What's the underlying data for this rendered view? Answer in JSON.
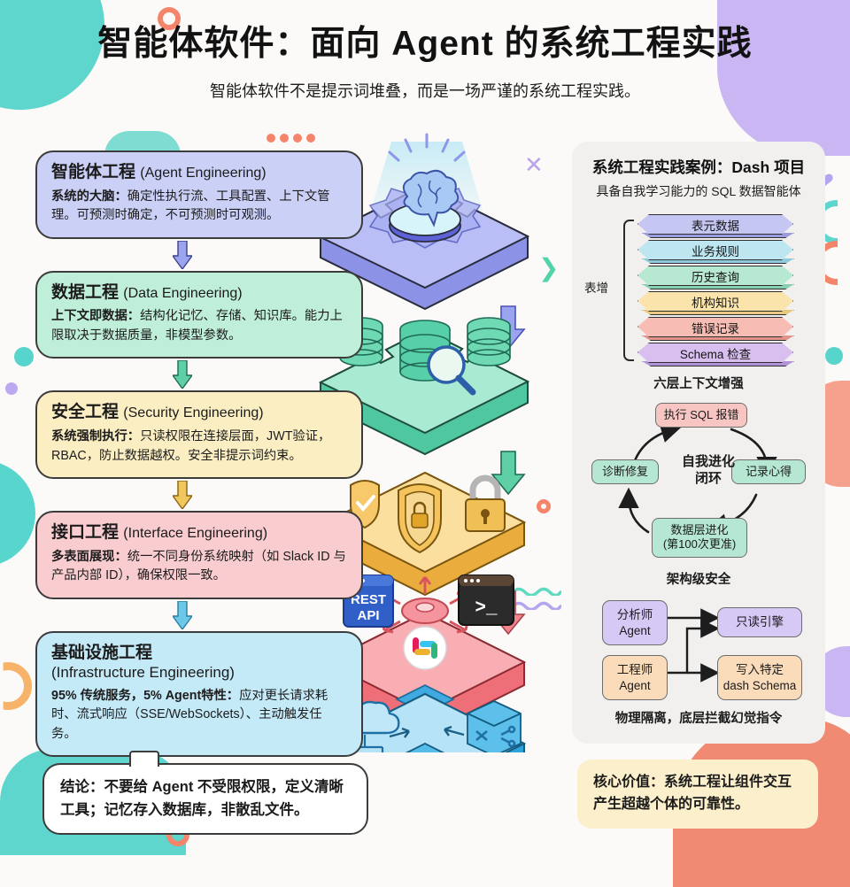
{
  "header": {
    "title": "智能体软件：面向 Agent 的系统工程实践",
    "subtitle": "智能体软件不是提示词堆叠，而是一场严谨的系统工程实践。"
  },
  "layers": [
    {
      "title_cn": "智能体工程",
      "title_en": "(Agent Engineering)",
      "lead": "系统的大脑：",
      "body": "确定性执行流、工具配置、上下文管理。可预测时确定，不可预测时可观测。",
      "color": "#cbd0f7",
      "arrow_color": "#9aa4ef"
    },
    {
      "title_cn": "数据工程",
      "title_en": "(Data Engineering)",
      "lead": "上下文即数据：",
      "body": "结构化记忆、存储、知识库。能力上限取决于数据质量，非模型参数。",
      "color": "#bfeed9",
      "arrow_color": "#5fcfa6"
    },
    {
      "title_cn": "安全工程",
      "title_en": "(Security Engineering)",
      "lead": "系统强制执行：",
      "body": "只读权限在连接层面，JWT验证，RBAC，防止数据越权。安全非提示词约束。",
      "color": "#fbeec2",
      "arrow_color": "#f0c košice"
    },
    {
      "title_cn": "接口工程",
      "title_en": "(Interface Engineering)",
      "lead": "多表面展现：",
      "body": "统一不同身份系统映射（如 Slack ID 与产品内部 ID），确保权限一致。",
      "color": "#f9ccd0",
      "arrow_color": "#f2858a"
    },
    {
      "title_cn": "基础设施工程",
      "title_en": "(Infrastructure Engineering)",
      "lead": "95% 传统服务，5% Agent特性：",
      "body": "应对更长请求耗时、流式响应（SSE/WebSockets）、主动触发任务。",
      "color": "#c4e9f7",
      "arrow_color": "#6cc8e8"
    }
  ],
  "conclusion": {
    "text": "结论：不要给 Agent 不受限权限，定义清晰工具；记忆存入数据库，非散乱文件。"
  },
  "illustration": {
    "agent_icons": [
      "brain-icon",
      "gear-icon"
    ],
    "data_icons": [
      "database-icon",
      "magnifier-icon"
    ],
    "security_icons": [
      "shield-check-icon",
      "shield-lock-icon",
      "padlock-icon"
    ],
    "interface_icons": [
      "rest-api-icon",
      "terminal-icon",
      "slack-icon",
      "hub-spoke-icon"
    ],
    "infra_icons": [
      "cloud-icon",
      "server-stack-icon",
      "network-switch-icon",
      "container-icon"
    ],
    "rest_api_label_line1": "REST",
    "rest_api_label_line2": "API",
    "terminal_prompt": ">_"
  },
  "right_panel": {
    "title": "系统工程实践案例：Dash 项目",
    "subtitle": "具备自我学习能力的 SQL 数据智能体",
    "stack": {
      "bracket_label": "表增",
      "caption": "六层上下文增强",
      "layers": [
        "表元数据",
        "业务规则",
        "历史查询",
        "机构知识",
        "错误记录",
        "Schema 检查"
      ]
    },
    "loop": {
      "center_line1": "自我进化",
      "center_line2": "闭环",
      "nodes": [
        "执行 SQL 报错",
        "记录心得",
        "数据层进化",
        "(第100次更准)",
        "诊断修复"
      ]
    },
    "security": {
      "title": "架构级安全",
      "actor_analyst_line1": "分析师",
      "actor_analyst_line2": "Agent",
      "actor_engineer_line1": "工程师",
      "actor_engineer_line2": "Agent",
      "target_read_line1": "只读引擎",
      "target_write_line1": "写入特定",
      "target_write_line2": "dash Schema",
      "caption": "物理隔离，底层拦截幻觉指令"
    }
  },
  "core_value": {
    "text": "核心价值：系统工程让组件交互产生超越个体的可靠性。"
  },
  "colors": {
    "agent": "#cbd0f7",
    "data": "#bfeed9",
    "security": "#fbeec2",
    "interface": "#f9ccd0",
    "infrastructure": "#c4e9f7",
    "panel_bg": "#f1f0ee",
    "core_value_bg": "#fcefcb",
    "page_bg": "#fbfaf8"
  }
}
